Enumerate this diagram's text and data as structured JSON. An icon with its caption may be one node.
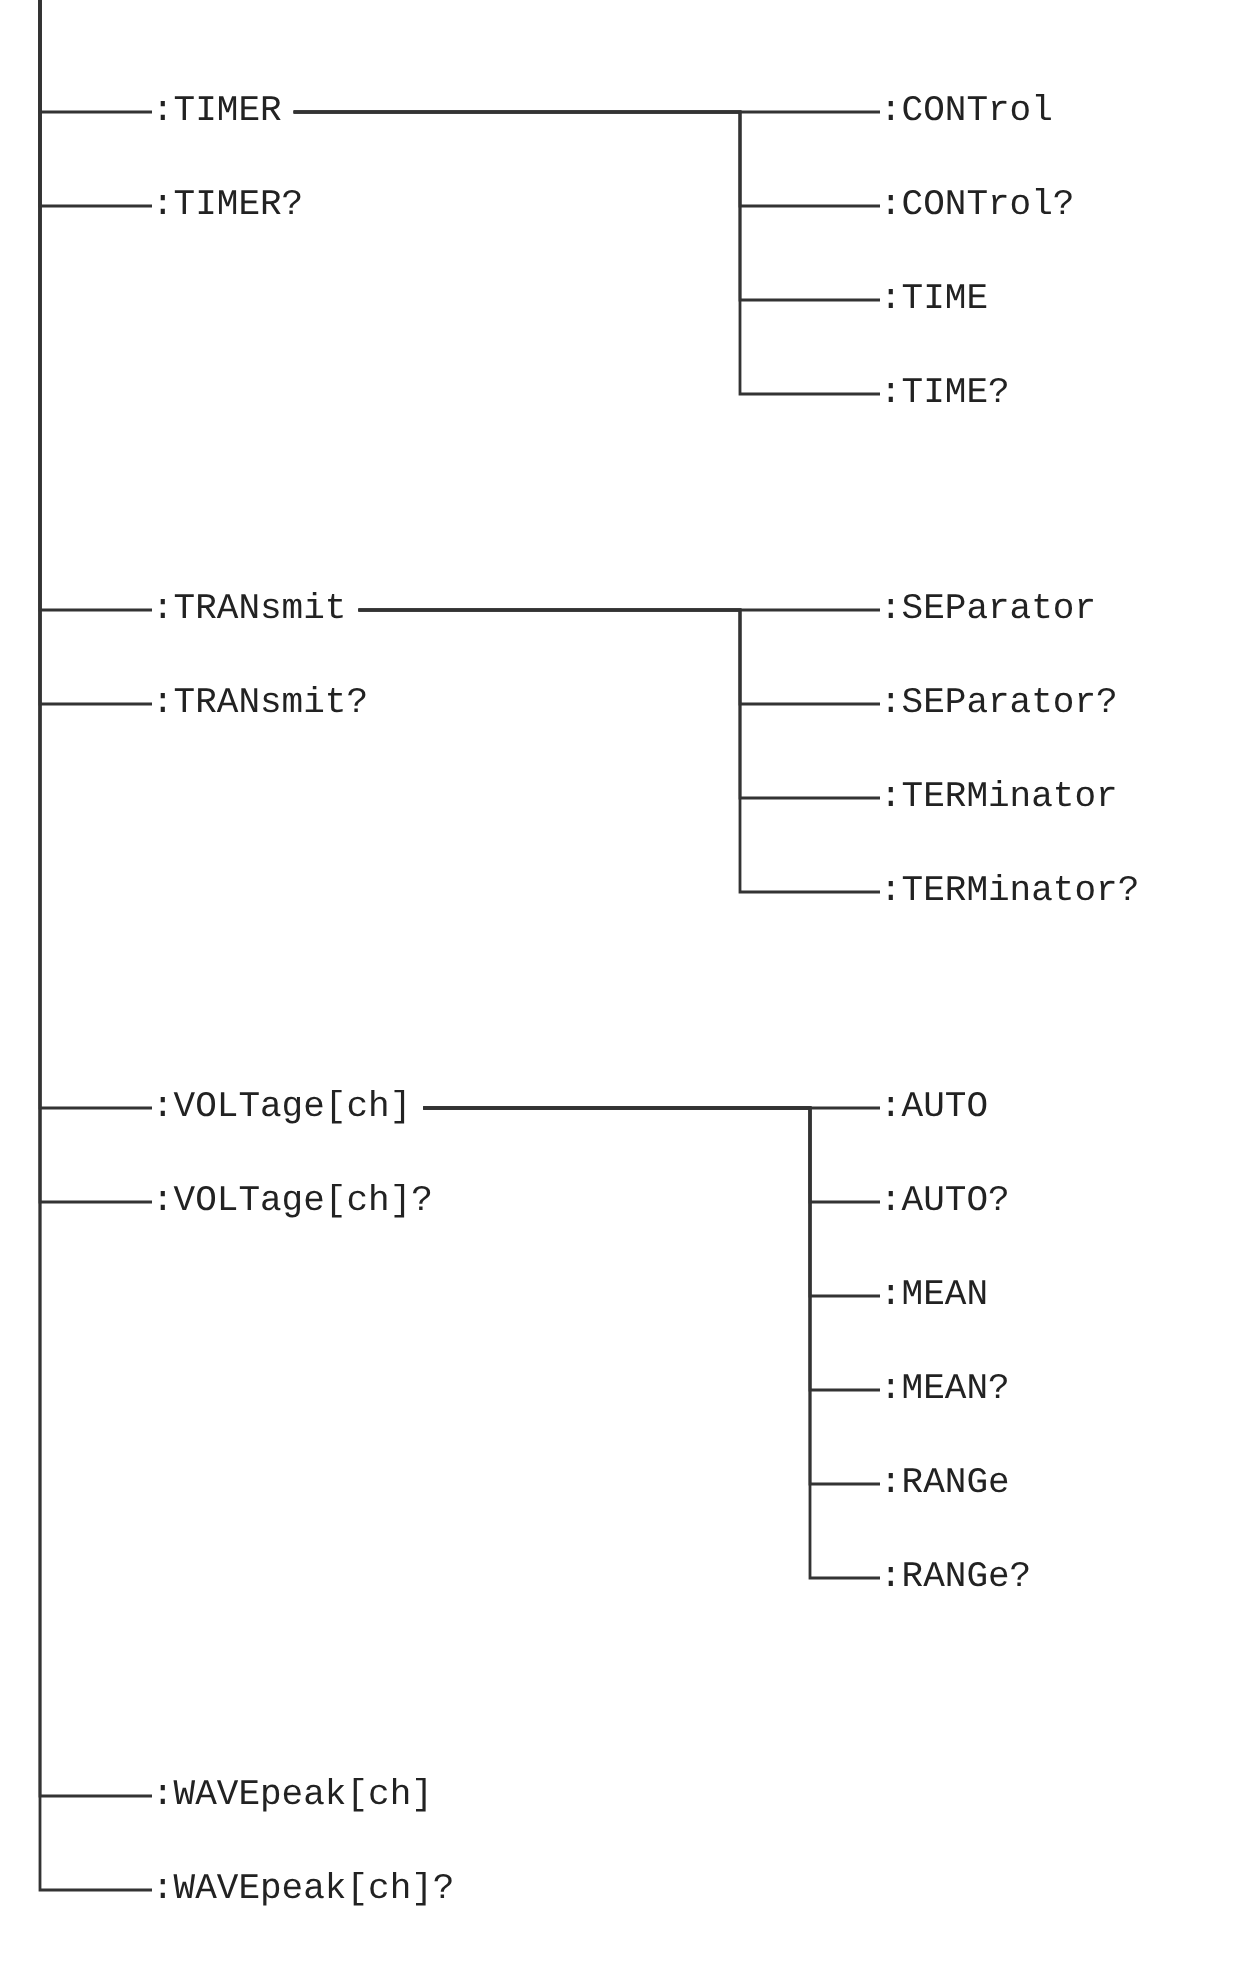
{
  "diagram": {
    "nodes": [
      {
        "text": [
          ":TIMER"
        ]
      },
      {
        "text": [
          ":CONTrol"
        ]
      },
      {
        "text": [
          ":TIMER?"
        ]
      },
      {
        "text": [
          ":CONTrol?"
        ]
      },
      {
        "text": [
          ":TIME"
        ]
      },
      {
        "text": [
          ":TIME?"
        ]
      },
      {
        "text": [
          ":TRANsmit"
        ]
      },
      {
        "text": [
          ":SEParator"
        ]
      },
      {
        "text": [
          ":TRANsmit?"
        ]
      },
      {
        "text": [
          ":SEParator?"
        ]
      },
      {
        "text": [
          ":TERMinator"
        ]
      },
      {
        "text": [
          ":TERMinator?"
        ]
      },
      {
        "text": [
          ":VOLTage[ch]"
        ]
      },
      {
        "text": [
          ":AUTO"
        ]
      },
      {
        "text": [
          ":VOLTage[ch]?"
        ]
      },
      {
        "text": [
          ":AUTO?"
        ]
      },
      {
        "text": [
          ":MEAN"
        ]
      },
      {
        "text": [
          ":MEAN?"
        ]
      },
      {
        "text": [
          ":RANGe"
        ]
      },
      {
        "text": [
          ":RANGe?"
        ]
      },
      {
        "text": [
          ":WAVEpeak[ch]"
        ]
      },
      {
        "text": [
          ":WAVEpeak[ch]?"
        ]
      }
    ],
    "edges": [
      {
        "from": null,
        "to": 0,
        "arrow": "none"
      },
      {
        "from": null,
        "to": 2,
        "arrow": "none"
      },
      {
        "from": null,
        "to": 6,
        "arrow": "none"
      },
      {
        "from": null,
        "to": 8,
        "arrow": "none"
      },
      {
        "from": null,
        "to": 12,
        "arrow": "none"
      },
      {
        "from": null,
        "to": 14,
        "arrow": "none"
      },
      {
        "from": null,
        "to": 20,
        "arrow": "none"
      },
      {
        "from": null,
        "to": 21,
        "arrow": "none"
      },
      {
        "from": 0,
        "to": 1,
        "arrow": "none"
      },
      {
        "from": 0,
        "to": 3,
        "arrow": "none"
      },
      {
        "from": 0,
        "to": 4,
        "arrow": "none"
      },
      {
        "from": 0,
        "to": 5,
        "arrow": "none"
      },
      {
        "from": 6,
        "to": 7,
        "arrow": "none"
      },
      {
        "from": 6,
        "to": 9,
        "arrow": "none"
      },
      {
        "from": 6,
        "to": 10,
        "arrow": "none"
      },
      {
        "from": 6,
        "to": 11,
        "arrow": "none"
      },
      {
        "from": 12,
        "to": 13,
        "arrow": "none"
      },
      {
        "from": 12,
        "to": 15,
        "arrow": "none"
      },
      {
        "from": 12,
        "to": 16,
        "arrow": "none"
      },
      {
        "from": 12,
        "to": 17,
        "arrow": "none"
      },
      {
        "from": 12,
        "to": 18,
        "arrow": "none"
      },
      {
        "from": 12,
        "to": 19,
        "arrow": "none"
      }
    ]
  }
}
